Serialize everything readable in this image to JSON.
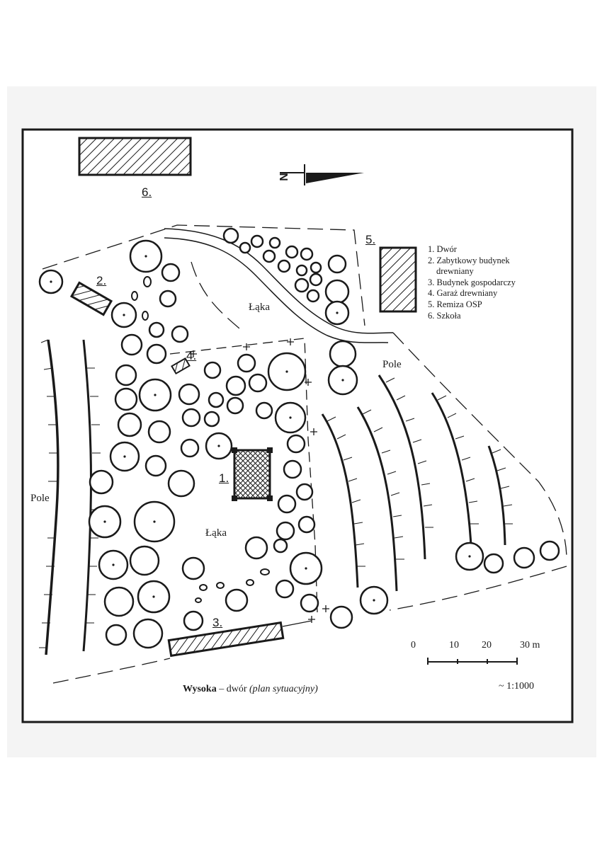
{
  "map": {
    "north_label": "N",
    "building_numbers": [
      "1.",
      "2.",
      "3.",
      "4.",
      "5.",
      "6."
    ],
    "area_labels": {
      "laka_top": "Łąka",
      "laka_center": "Łąka",
      "pole_left": "Pole",
      "pole_right": "Pole"
    },
    "legend": [
      {
        "text": "1. Dwór"
      },
      {
        "text": "2. Zabytkowy budynek"
      },
      {
        "text": "drewniany",
        "indent": true
      },
      {
        "text": "3. Budynek gospodarczy"
      },
      {
        "text": "4. Garaż drewniany"
      },
      {
        "text": "5. Remiza OSP"
      },
      {
        "text": "6. Szkoła"
      }
    ],
    "scale_bar": {
      "tick_labels": [
        "0",
        "10",
        "20",
        "30 m"
      ],
      "ratio": "~ 1:1000"
    },
    "caption": {
      "title_bold": "Wysoka",
      "title_rest": " – dwór ",
      "title_italic": "(plan sytuacyjny)"
    },
    "colors": {
      "ink": "#1a1a1a",
      "scan_bg": "#f4f4f4",
      "paper": "#ffffff"
    }
  }
}
